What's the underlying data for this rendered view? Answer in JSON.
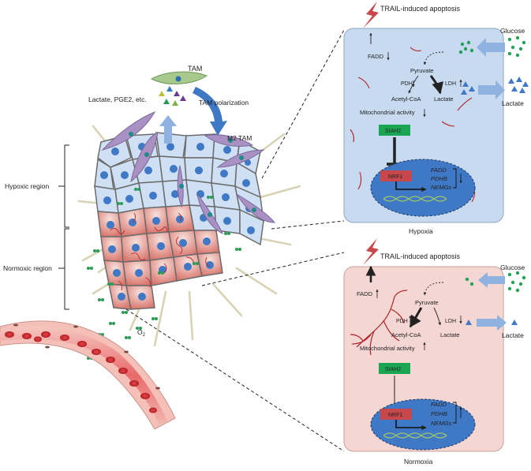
{
  "left": {
    "tam": "TAM",
    "secretions": "Lactate, PGE2, etc.",
    "tam_polarization": "TAM polarization",
    "m2_tam": "M2 TAM",
    "hypoxic_region": "Hypoxic region",
    "normoxic_region": "Normoxic region",
    "o2": "O",
    "o2_sub": "2"
  },
  "hypoxia": {
    "title": "Hypoxia",
    "apoptosis": "TRAIL-induced apoptosis",
    "fadd": "FADD",
    "pyruvate": "Pyruvate",
    "pdh": "PDH",
    "ldh": "LDH",
    "acetyl_coa": "Acetyl-CoA",
    "lactate_in": "Lactate",
    "mito": "Mitochondrial activity",
    "siah2": "SIAH2",
    "nrf1": "NRF1",
    "genes": [
      "FADD",
      "PDHB",
      "NEMGs"
    ],
    "glucose": "Glucose",
    "lactate_out": "Lactate"
  },
  "normoxia": {
    "title": "Normoxia",
    "apoptosis": "TRAIL-induced apoptosis",
    "fadd": "FADD",
    "pyruvate": "Pyruvate",
    "pdh": "PDH",
    "ldh": "LDH",
    "acetyl_coa": "Acetyl-CoA",
    "lactate_in": "Lactate",
    "mito": "Mitochondrial activity",
    "siah2": "SIAH2",
    "nrf1": "NRF1",
    "genes": [
      "FADD",
      "PDHB",
      "NEMGs"
    ],
    "glucose": "Glucose",
    "lactate_out": "Lactate"
  },
  "colors": {
    "hypoxia_panel": "#c7daf0",
    "normoxia_panel": "#f4d6d3",
    "nucleus": "#3f78c4",
    "siah2": "#1aa552",
    "nrf1": "#c8474a",
    "arrow_blue": "#8fb2e0",
    "tam": "#8ebc7a"
  }
}
